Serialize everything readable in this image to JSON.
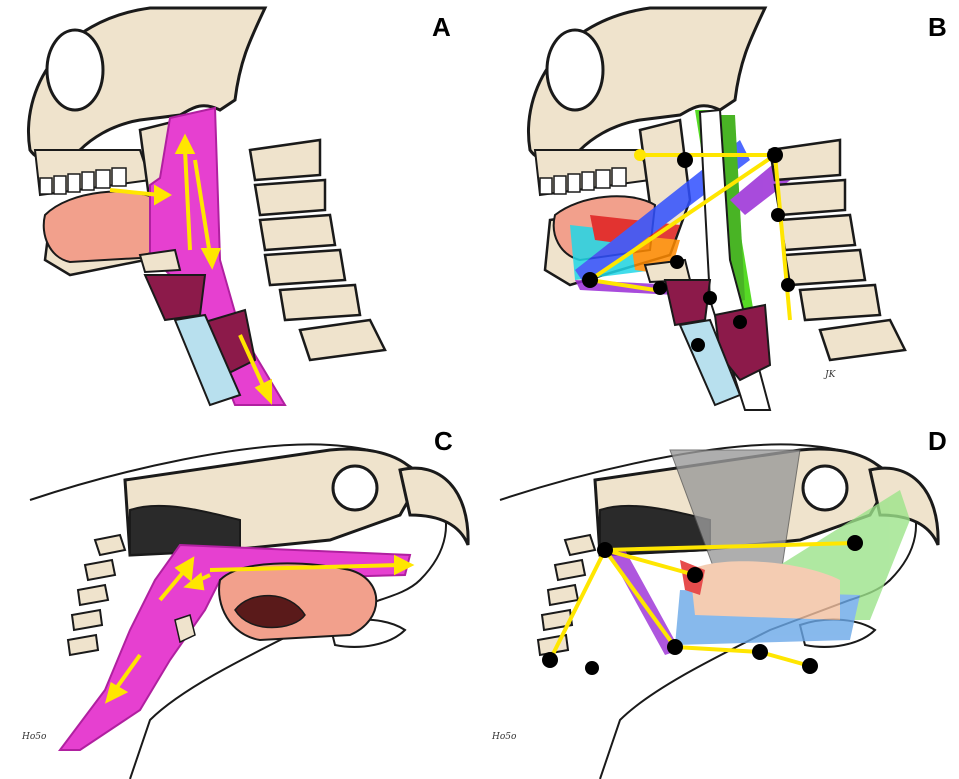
{
  "figure": {
    "panels": [
      {
        "id": "A",
        "label": "A",
        "subject": "human-head-sagittal",
        "overlay": "pharynx-highlight-with-airflow-arrows"
      },
      {
        "id": "B",
        "label": "B",
        "subject": "human-head-sagittal",
        "overlay": "hyoid-muscles-with-landmarks"
      },
      {
        "id": "C",
        "label": "C",
        "subject": "parrot-head-sagittal",
        "overlay": "pharynx-highlight-with-airflow-arrows"
      },
      {
        "id": "D",
        "label": "D",
        "subject": "parrot-head-sagittal",
        "overlay": "hyoid-muscles-with-landmarks"
      }
    ],
    "signatures": {
      "B": "JK",
      "C": "Ho5o",
      "D": "Ho5o"
    },
    "colors": {
      "bone": "#efe3cc",
      "outline": "#1a1a1a",
      "pharynx": "#e640d0",
      "tongue": "#f2a08c",
      "larynx": "#8c1a4a",
      "trachea": "#b8e0ee",
      "arrow": "#ffe600",
      "landmark": "#000000",
      "muscle_green": "#39d400",
      "muscle_blue": "#3050ff",
      "muscle_purple": "#9a2cd6",
      "muscle_cyan": "#20d8e8",
      "muscle_red": "#e02020",
      "muscle_orange": "#ff8a00",
      "muscle_gray": "#7a7a7a",
      "muscle_lightgreen": "#9ce38a",
      "muscle_lightblue": "#6aa8e8"
    }
  }
}
